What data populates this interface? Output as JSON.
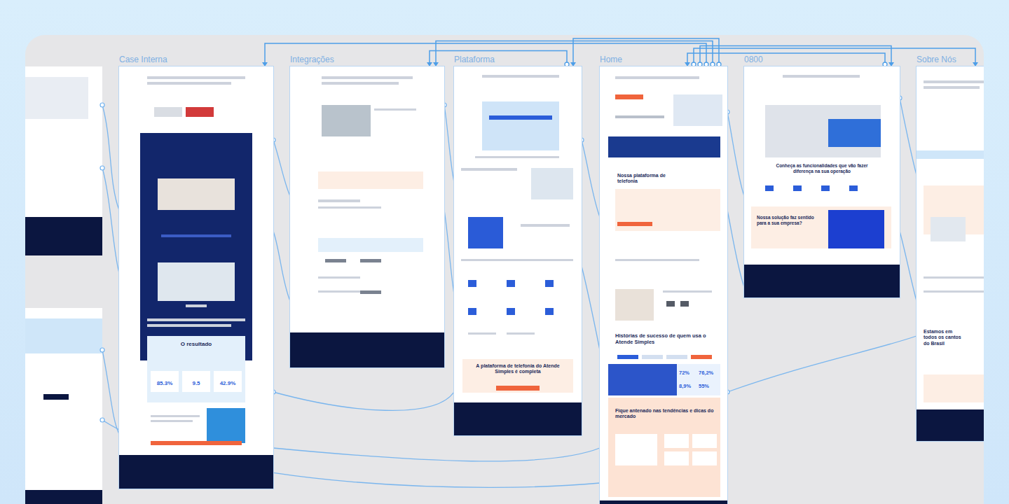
{
  "diagram": {
    "nodes": [
      {
        "text": [
          "Case Interna",
          "O resultado",
          "85.3%",
          "9.5",
          "42.9%"
        ]
      },
      {
        "text": [
          "Integrações"
        ]
      },
      {
        "text": [
          "Plataforma",
          "A plataforma de telefonia do Atende Simples é completa"
        ]
      },
      {
        "text": [
          "Home",
          "Nossa plataforma de telefonia",
          "Histórias de sucesso de quem usa o Atende Simples",
          "72%",
          "76,2%",
          "8,9%",
          "55%",
          "Fique antenado nas tendências e dicas do mercado"
        ]
      },
      {
        "text": [
          "0800",
          "Conheça as funcionalidades que vão fazer diferença na sua operação",
          "Nossa solução faz sentido para a sua empresa?"
        ]
      },
      {
        "text": [
          "Sobre Nós",
          "Estamos em todos os cantos do Brasil"
        ]
      }
    ],
    "edges": [
      {
        "from": 3,
        "to": 2,
        "arrow": "to"
      },
      {
        "from": 3,
        "to": 1,
        "arrow": "to"
      },
      {
        "from": 3,
        "to": 0,
        "arrow": "to"
      },
      {
        "from": 3,
        "to": 4,
        "arrow": "to"
      },
      {
        "from": 3,
        "to": 5,
        "arrow": "to"
      },
      {
        "from": 2,
        "to": 1,
        "arrow": "to"
      },
      {
        "from": 4,
        "to": 3,
        "arrow": "to"
      }
    ]
  }
}
